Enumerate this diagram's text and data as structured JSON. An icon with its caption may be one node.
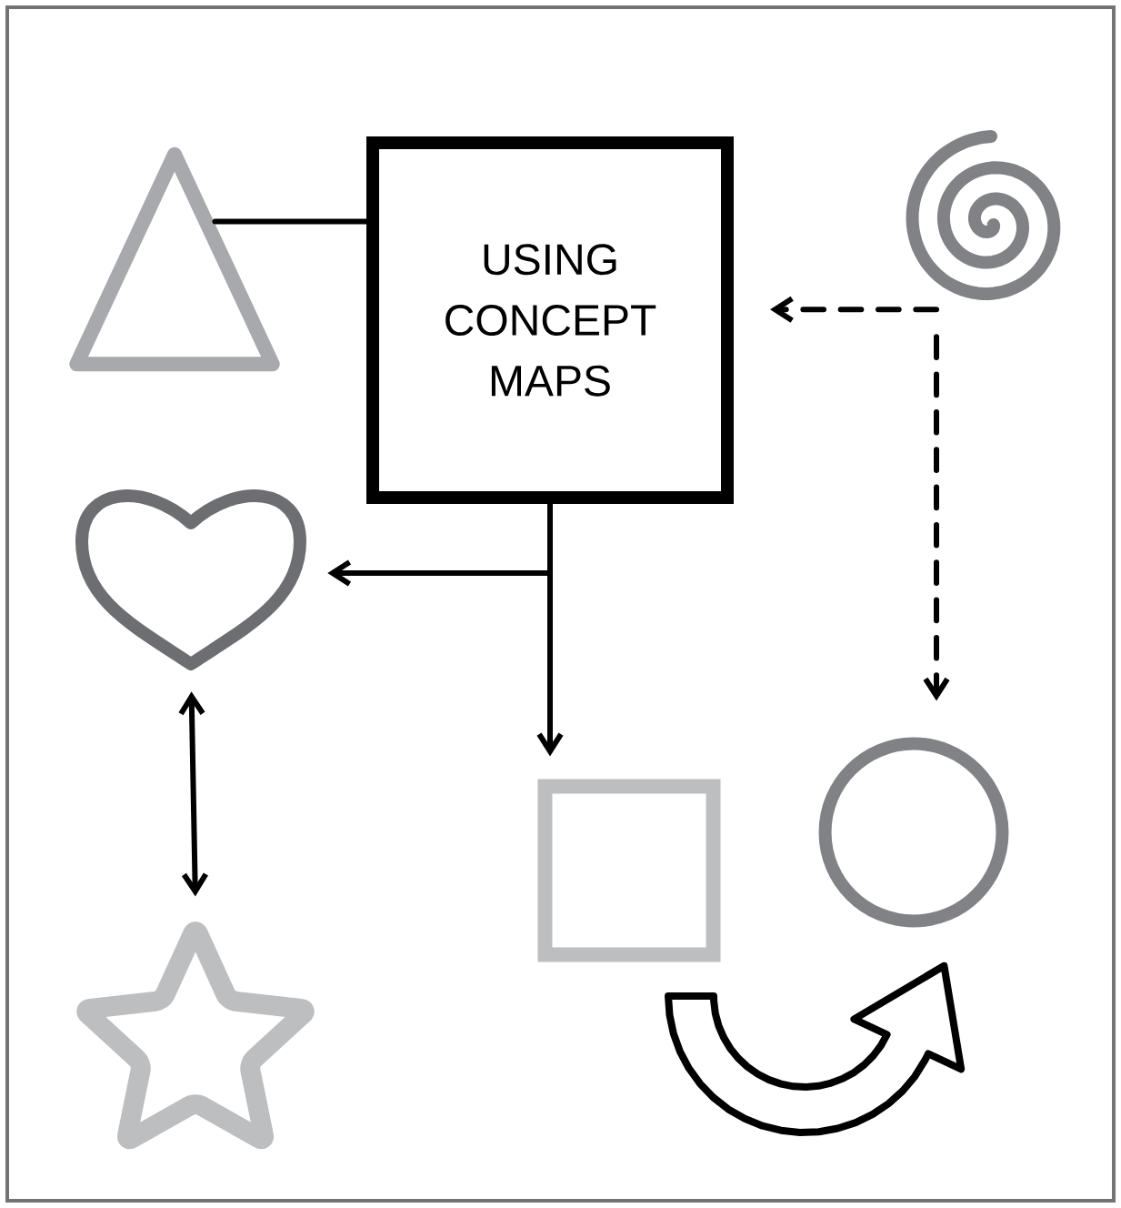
{
  "diagram": {
    "nodes": [
      {
        "text": [],
        "shape": "triangle"
      },
      {
        "text": [
          "USING CONCEPT MAPS"
        ]
      },
      {
        "text": [],
        "shape": "spiral"
      },
      {
        "text": [],
        "shape": "heart"
      },
      {
        "text": [],
        "shape": "box"
      },
      {
        "text": [],
        "shape": "circle"
      },
      {
        "text": [],
        "shape": "star"
      },
      {
        "text": [],
        "shape": "arrow"
      }
    ],
    "edges": [
      {
        "from": 0,
        "to": 1,
        "arrow": "none"
      },
      {
        "from": 2,
        "to": 1,
        "arrow": "to",
        "style": "dashed"
      },
      {
        "from": 2,
        "to": 5,
        "arrow": "to",
        "style": "dashed"
      },
      {
        "from": 1,
        "to": 3,
        "arrow": "to"
      },
      {
        "from": 1,
        "to": 4,
        "arrow": "to"
      },
      {
        "from": 3,
        "to": 6,
        "arrow": "both"
      }
    ]
  }
}
